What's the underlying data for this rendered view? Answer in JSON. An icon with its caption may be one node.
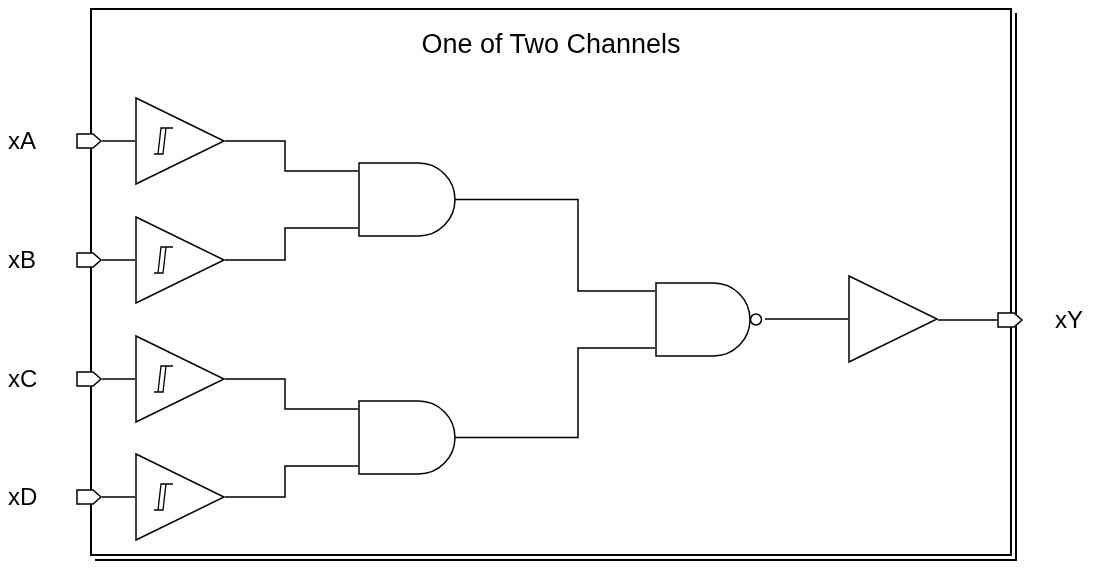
{
  "diagram": {
    "nodes": [
      {
        "text": [
          "One of Two Channels"
        ]
      },
      {
        "text": [
          "xA"
        ]
      },
      {
        "text": [
          "xB"
        ]
      },
      {
        "text": [
          "xC"
        ]
      },
      {
        "text": [
          "xD"
        ]
      },
      {
        "text": [],
        "shape": "triangle",
        "in": 0
      },
      {
        "text": [],
        "shape": "triangle",
        "in": 0
      },
      {
        "text": [],
        "shape": "triangle",
        "in": 0
      },
      {
        "text": [],
        "shape": "triangle",
        "in": 0
      },
      {
        "text": [],
        "shape": "gate",
        "in": 0
      },
      {
        "text": [],
        "shape": "gate",
        "in": 0
      },
      {
        "text": [],
        "shape": "gate",
        "in": 0
      },
      {
        "text": [],
        "shape": "triangle",
        "in": 0
      },
      {
        "text": [
          "xY"
        ]
      }
    ],
    "edges": [
      {
        "from": 1,
        "to": 5,
        "arrow": "none"
      },
      {
        "from": 2,
        "to": 6,
        "arrow": "none"
      },
      {
        "from": 3,
        "to": 7,
        "arrow": "none"
      },
      {
        "from": 4,
        "to": 8,
        "arrow": "none"
      },
      {
        "from": 5,
        "to": 9,
        "arrow": "none"
      },
      {
        "from": 6,
        "to": 9,
        "arrow": "none"
      },
      {
        "from": 7,
        "to": 10,
        "arrow": "none"
      },
      {
        "from": 8,
        "to": 10,
        "arrow": "none"
      },
      {
        "from": 9,
        "to": 11,
        "arrow": "none"
      },
      {
        "from": 10,
        "to": 11,
        "arrow": "none"
      },
      {
        "from": 11,
        "to": 12,
        "arrow": "none"
      },
      {
        "from": 12,
        "to": 13,
        "arrow": "none"
      }
    ]
  }
}
